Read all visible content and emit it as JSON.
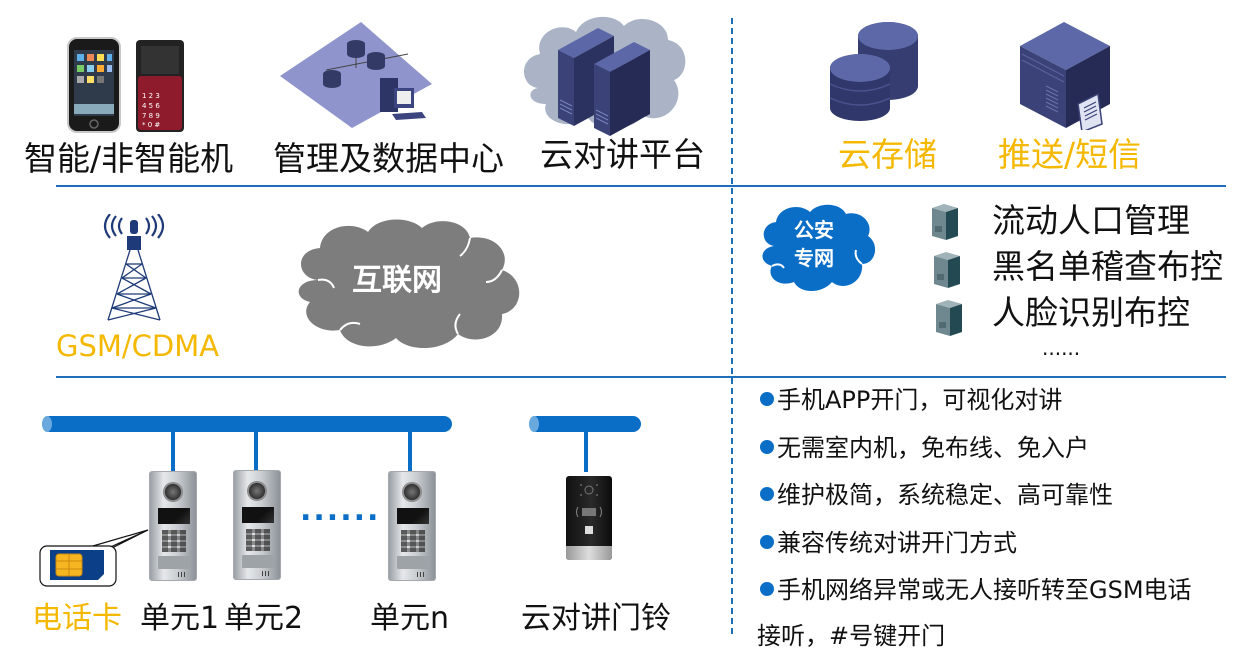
{
  "top_row": {
    "items": [
      {
        "label": "智能/非智能机",
        "icon": "phones-icon"
      },
      {
        "label": "管理及数据中心",
        "icon": "data-center-icon"
      },
      {
        "label": "云对讲平台",
        "icon": "cloud-servers-icon"
      }
    ],
    "right_items": [
      {
        "label": "云存储",
        "icon": "database-icon"
      },
      {
        "label": "推送/短信",
        "icon": "push-server-icon"
      }
    ]
  },
  "middle_row": {
    "tower_label": "GSM/CDMA",
    "internet_label": "互联网",
    "police_network_label_line1": "公安",
    "police_network_label_line2": "专网",
    "police_services": [
      "流动人口管理",
      "黑名单稽查布控",
      "人脸识别布控"
    ],
    "ellipsis": "......"
  },
  "bottom_row": {
    "sim_label": "电话卡",
    "units": [
      "单元1",
      "单元2",
      "单元n"
    ],
    "dots": "......",
    "doorbell_label": "云对讲门铃"
  },
  "features": [
    "手机APP开门，可视化对讲",
    "无需室内机，免布线、免入户",
    "维护极简，系统稳定、高可靠性",
    "兼容传统对讲开门方式",
    "手机网络异常或无人接听转至GSM电话"
  ],
  "feature_continuation": "接听，#号键开门",
  "colors": {
    "accent_blue": "#0a6ec7",
    "divider_blue": "#1f6fb8",
    "highlight_orange": "#f5b800",
    "server_navy": "#3b4275",
    "cloud_gray": "#7d7d7d"
  }
}
